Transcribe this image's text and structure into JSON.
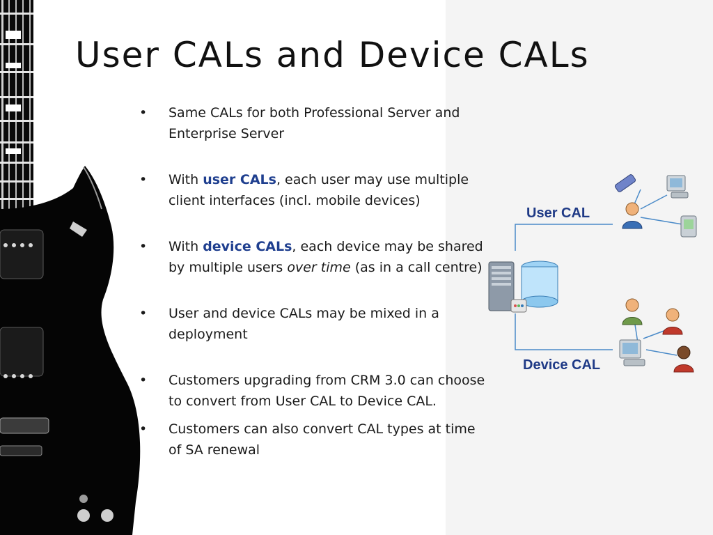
{
  "slide": {
    "title": "User CALs and Device CALs",
    "bullet_glyph": "•",
    "accent_color": "#1f3f8f",
    "bullets": [
      {
        "parts": [
          "Same CALs for both Professional Server and Enterprise Server"
        ]
      },
      {
        "parts": [
          "With ",
          "user CALs",
          ", each user may use multiple client interfaces (incl. mobile devices)"
        ]
      },
      {
        "parts": [
          "With ",
          "device CALs",
          ", each device may be shared by multiple users ",
          "over time",
          " (as in a call centre)"
        ]
      },
      {
        "parts": [
          "User and device CALs may be mixed in a deployment"
        ]
      },
      {
        "parts": [
          "Customers upgrading from CRM 3.0 can choose to convert from User CAL to Device CAL."
        ]
      },
      {
        "parts": [
          "Customers can also convert CAL types at time of SA renewal"
        ]
      }
    ]
  },
  "diagram": {
    "user_cal_label": "User CAL",
    "device_cal_label": "Device CAL",
    "icons": [
      "server-database-icon",
      "user-icon",
      "pda-icon",
      "desktop-computer-icon",
      "handheld-device-icon"
    ]
  }
}
